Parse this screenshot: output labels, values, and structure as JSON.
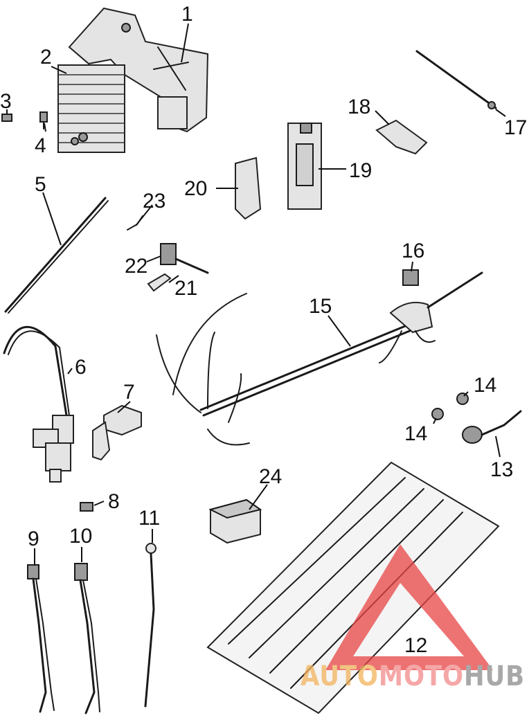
{
  "callouts": [
    "1",
    "2",
    "3",
    "4",
    "5",
    "6",
    "7",
    "8",
    "9",
    "10",
    "11",
    "12",
    "13",
    "14",
    "14",
    "15",
    "16",
    "17",
    "18",
    "19",
    "20",
    "21",
    "22",
    "23",
    "24"
  ],
  "watermark": {
    "text": "AUTOMOTOHUB",
    "part_auto": "AUTO",
    "part_moto": "MOTO",
    "part_hub": "HUB",
    "colors": {
      "auto": "#f2b35c",
      "moto": "#f28a8a",
      "hub": "#8c8c8c",
      "triangle": "#e84545"
    }
  }
}
